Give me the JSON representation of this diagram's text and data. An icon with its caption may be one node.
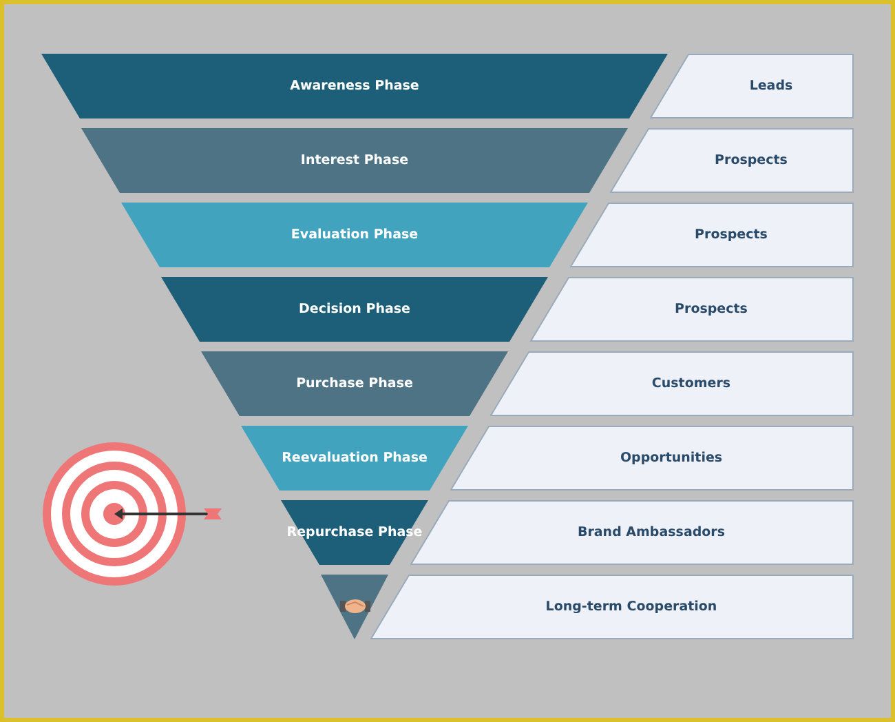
{
  "diagram": {
    "nodes": [
      {
        "text": [
          "Awareness Phase"
        ]
      },
      {
        "text": [
          "Leads"
        ]
      },
      {
        "text": [
          "Interest Phase"
        ]
      },
      {
        "text": [
          "Prospects"
        ]
      },
      {
        "text": [
          "Evaluation Phase"
        ]
      },
      {
        "text": [
          "Prospects"
        ]
      },
      {
        "text": [
          "Decision Phase"
        ]
      },
      {
        "text": [
          "Prospects"
        ]
      },
      {
        "text": [
          "Purchase Phase"
        ]
      },
      {
        "text": [
          "Customers"
        ]
      },
      {
        "text": [
          "Reevaluation Phase"
        ]
      },
      {
        "text": [
          "Opportunities"
        ]
      },
      {
        "text": [
          "Repurchase Phase"
        ]
      },
      {
        "text": [
          "Brand Ambassadors"
        ]
      },
      {
        "text": [],
        "shape": "triangle"
      },
      {
        "text": [
          "Long-term Cooperation"
        ]
      }
    ]
  }
}
